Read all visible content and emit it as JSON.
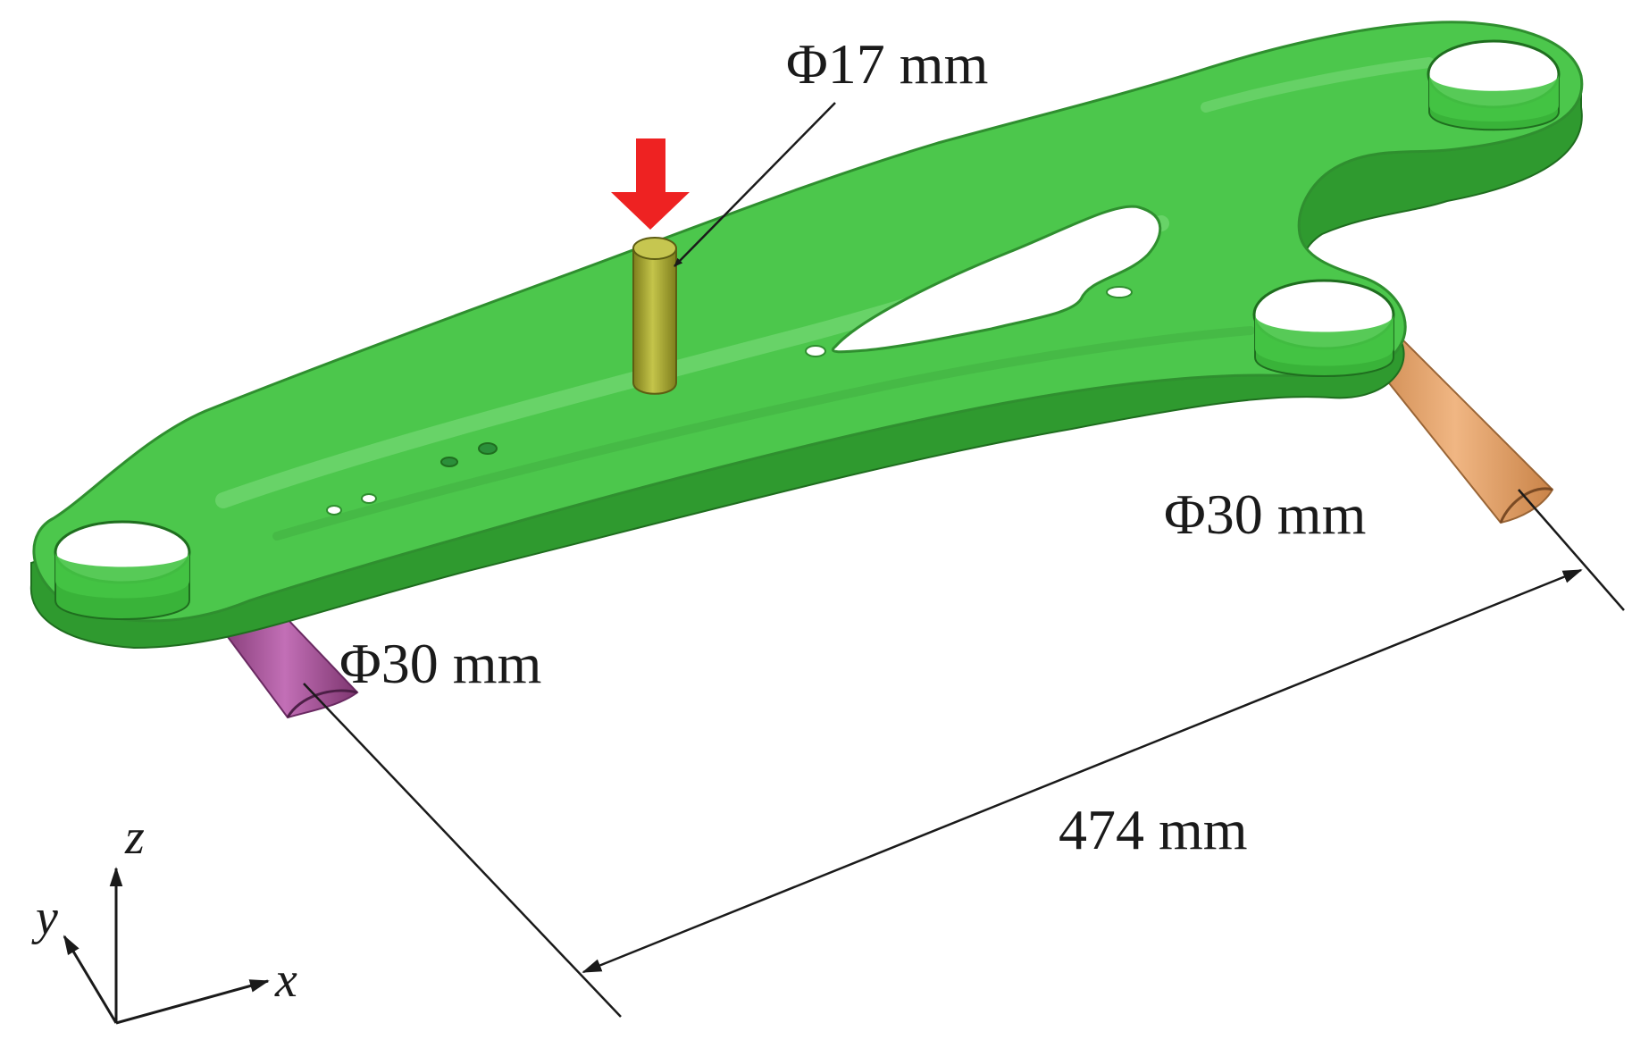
{
  "labels": {
    "pin_diameter": "Φ17 mm",
    "right_pipe_diameter": "Φ30 mm",
    "left_pipe_diameter": "Φ30 mm",
    "span_length": "474 mm"
  },
  "axes": {
    "x": "x",
    "y": "y",
    "z": "z"
  },
  "colors": {
    "arm": "#4cc74c",
    "arm_edge": "#2f8f2f",
    "arm_highlight": "#7fdc7f",
    "pin": "#a6a62e",
    "left_pipe": "#a8529e",
    "right_pipe": "#e0a06a",
    "load_arrow": "#ee2222",
    "line": "#1a1a1a"
  },
  "icons": {
    "load": "down-arrow-icon",
    "axis_triad": "xyz-axes-icon"
  }
}
